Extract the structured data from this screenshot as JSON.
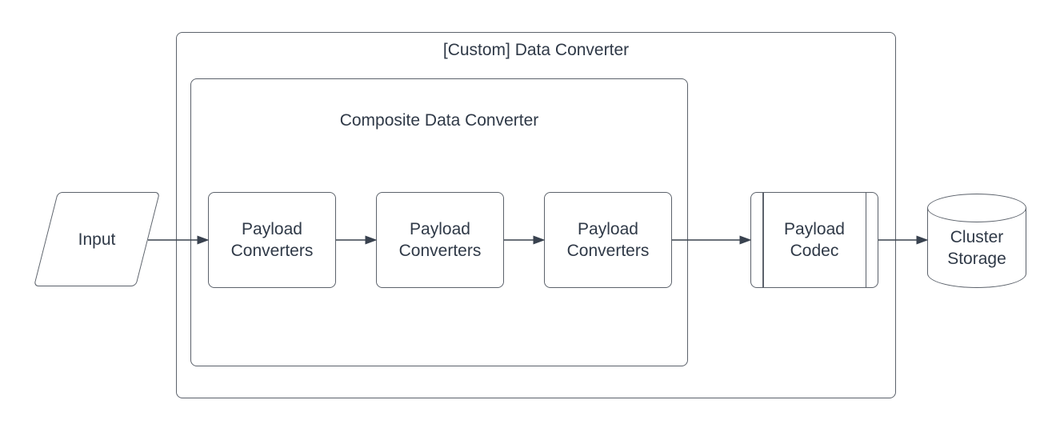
{
  "diagram": {
    "outer_container": {
      "title": "[Custom] Data Converter"
    },
    "inner_container": {
      "title": "Composite Data Converter"
    },
    "nodes": {
      "input": {
        "label": "Input",
        "shape": "parallelogram"
      },
      "converter1": {
        "label": "Payload\nConverters",
        "shape": "rounded-rectangle"
      },
      "converter2": {
        "label": "Payload\nConverters",
        "shape": "rounded-rectangle"
      },
      "converter3": {
        "label": "Payload\nConverters",
        "shape": "rounded-rectangle"
      },
      "codec": {
        "label": "Payload\nCodec",
        "shape": "predefined-process"
      },
      "storage": {
        "label": "Cluster\nStorage",
        "shape": "cylinder"
      }
    },
    "flow": [
      "Input -> Payload Converters (1)",
      "Payload Converters (1) -> Payload Converters (2)",
      "Payload Converters (2) -> Payload Converters (3)",
      "Payload Converters (3) -> Payload Codec",
      "Payload Codec -> Cluster Storage"
    ],
    "colors": {
      "border": "#5c626b",
      "text": "#2f3947",
      "arrow": "#39424f",
      "background": "#ffffff"
    }
  }
}
